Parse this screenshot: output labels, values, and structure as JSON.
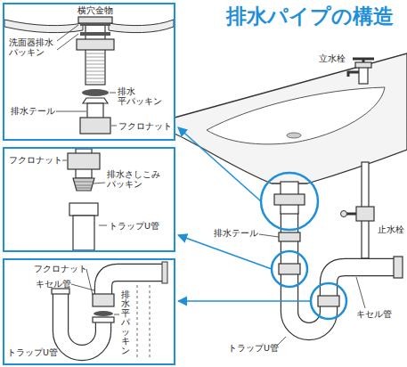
{
  "diagram": {
    "title": "排水パイプの構造",
    "nodes": [
      {
        "text": [
          "横穴金物",
          "洗面器排水 パッキン",
          "排水 平パッキン",
          "排水テール",
          "フクロナット"
        ]
      },
      {
        "text": [
          "フクロナット",
          "排水さしこみ パッキン",
          "トラップU管"
        ]
      },
      {
        "text": [
          "フクロナット",
          "キセル管",
          "排水平パッキン",
          "トラップU管"
        ]
      }
    ],
    "labels": [
      "立水栓",
      "止水栓",
      "排水テール",
      "キセル管",
      "トラップU管"
    ]
  }
}
